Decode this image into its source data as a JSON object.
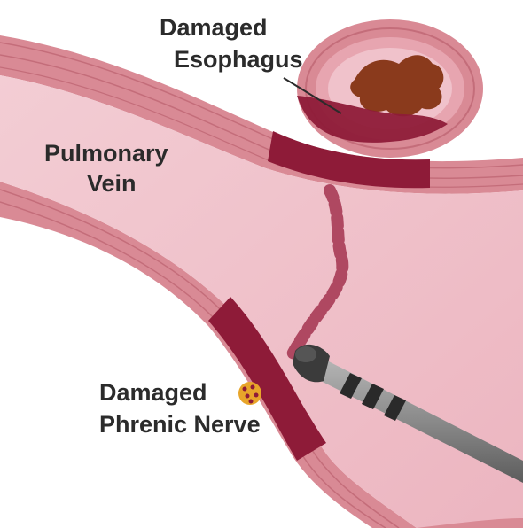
{
  "labels": {
    "esophagus_line1": "Damaged",
    "esophagus_line2": "Esophagus",
    "vein_line1": "Pulmonary",
    "vein_line2": "Vein",
    "nerve_line1": "Damaged",
    "nerve_line2": "Phrenic Nerve"
  },
  "colors": {
    "vessel_wall": "#d98a95",
    "vessel_lumen": "#f0c2cb",
    "lesion": "#8e1b38",
    "esophagus_outer": "#d98a95",
    "esophagus_lumen": "#8a3a1c",
    "catheter_body": "#8c8c8c",
    "catheter_tip": "#3b3b3b",
    "nerve_marker": "#e8a52a"
  },
  "icons": [
    "catheter-icon",
    "phrenic-nerve-icon"
  ]
}
